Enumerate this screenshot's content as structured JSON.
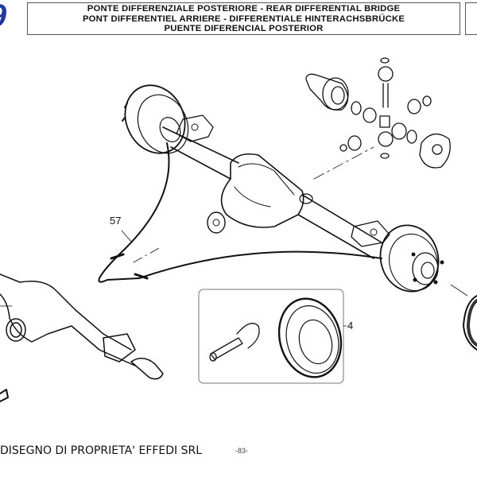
{
  "header": {
    "section_number": "9",
    "title_lines": [
      "PONTE DIFFERENZIALE POSTERIORE - REAR DIFFERENTIAL BRIDGE",
      "PONT DIFFERENTIEL ARRIERE - DIFFERENTIALE HINTERACHSBRÜCKE",
      "PUENTE DIFERENCIAL POSTERIOR"
    ]
  },
  "drawing": {
    "callouts": [
      {
        "id": "57",
        "label": "57",
        "part": "brake cable"
      },
      {
        "id": "4",
        "label": "4",
        "part": "crown wheel and pinion kit"
      }
    ],
    "components": [
      "rear-axle-assembly",
      "differential-exploded-view",
      "brake-cable",
      "crown-pinion-kit-inset",
      "axle-housing-secondary-view",
      "brake-drum-partial"
    ]
  },
  "footer": {
    "copyright": "DISEGNO DI PROPRIETA' EFFEDI SRL",
    "page": "-83-"
  }
}
